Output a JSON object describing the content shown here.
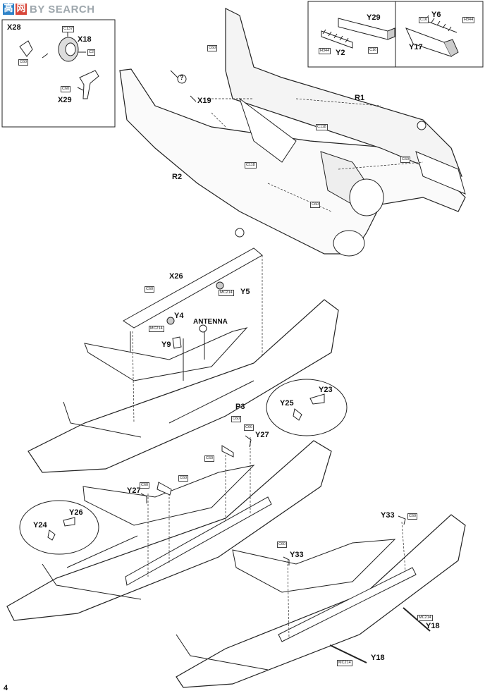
{
  "watermark": {
    "char1": "高",
    "char2": "网",
    "text": "BY SEARCH"
  },
  "page_number": "4",
  "inset_top_left": {
    "labels": {
      "x28": "X28",
      "x18": "X18",
      "x29": "X29"
    },
    "parts": {
      "c137": "C137",
      "c2": "C2",
      "c60a": "C60",
      "c60b": "C60"
    }
  },
  "inset_top_middle": {
    "labels": {
      "y29": "Y29",
      "y2": "Y2"
    },
    "parts": {
      "h344": "H344",
      "c16": "C16"
    }
  },
  "inset_top_right": {
    "labels": {
      "y6": "Y6",
      "y17": "Y17"
    },
    "parts": {
      "c16": "C16",
      "h344": "H344"
    }
  },
  "fuselage": {
    "labels": {
      "x19": "X19",
      "r1": "R1",
      "r2": "R2"
    },
    "parts": {
      "c60a": "C60",
      "c118a": "C118",
      "c118b": "C118",
      "c60b": "C60",
      "c60c": "C60"
    },
    "question_mark": "?"
  },
  "wing_upper": {
    "labels": {
      "x26": "X26",
      "y5": "Y5",
      "y4": "Y4",
      "antenna": "ANTENNA",
      "y9": "Y9",
      "p3": "P3"
    },
    "parts": {
      "c60": "C60",
      "mc214a": "MC214",
      "mc214b": "MC214"
    }
  },
  "detail_circle_1": {
    "labels": {
      "y23": "Y23",
      "y25": "Y25"
    }
  },
  "wing_middle": {
    "labels": {
      "y27a": "Y27",
      "y27b": "Y27"
    },
    "parts": {
      "c60a": "C60",
      "c60b": "C60",
      "c60c": "C60",
      "c60d": "C60",
      "c60e": "C60"
    }
  },
  "detail_circle_2": {
    "labels": {
      "y26": "Y26",
      "y24": "Y24"
    }
  },
  "wing_lower": {
    "labels": {
      "y33a": "Y33",
      "y33b": "Y33",
      "y18a": "Y18",
      "y18b": "Y18"
    },
    "parts": {
      "c60a": "C60",
      "c60b": "C60",
      "mc214a": "MC214",
      "mc214b": "MC214"
    }
  }
}
